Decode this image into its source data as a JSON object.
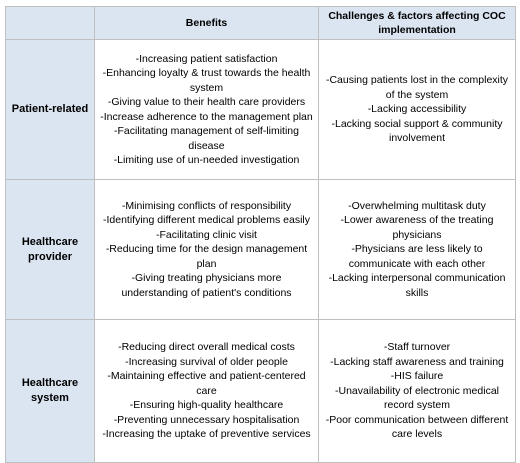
{
  "table": {
    "headers": {
      "corner": "",
      "benefits": "Benefits",
      "challenges": "Challenges & factors affecting COC implementation"
    },
    "rows": [
      {
        "label": "Patient-related",
        "benefits": [
          "-Increasing patient satisfaction",
          "-Enhancing loyalty & trust towards the health system",
          "-Giving value to their health care providers",
          "-Increase adherence to the management plan",
          "-Facilitating management of self-limiting disease",
          "-Limiting use of un-needed investigation"
        ],
        "challenges": [
          "-Causing patients lost in the complexity of the system",
          "-Lacking accessibility",
          "-Lacking social support & community involvement"
        ]
      },
      {
        "label": "Healthcare provider",
        "benefits": [
          "-Minimising conflicts of responsibility",
          "-Identifying different medical problems easily",
          "-Facilitating clinic visit",
          "-Reducing time for the design management plan",
          "-Giving treating physicians more understanding of patient's conditions"
        ],
        "challenges": [
          "-Overwhelming multitask duty",
          "-Lower awareness of the treating physicians",
          "-Physicians are less likely to communicate with each other",
          "-Lacking interpersonal communication skills"
        ]
      },
      {
        "label": "Healthcare system",
        "benefits": [
          "-Reducing direct overall medical costs",
          "-Increasing survival of older people",
          "-Maintaining effective and patient-centered care",
          "-Ensuring high-quality healthcare",
          "-Preventing unnecessary hospitalisation",
          "-Increasing the uptake of preventive services"
        ],
        "challenges": [
          "-Staff turnover",
          "-Lacking staff awareness and training",
          "-HIS failure",
          "-Unavailability of electronic medical record system",
          "-Poor communication between different care levels"
        ]
      }
    ]
  }
}
